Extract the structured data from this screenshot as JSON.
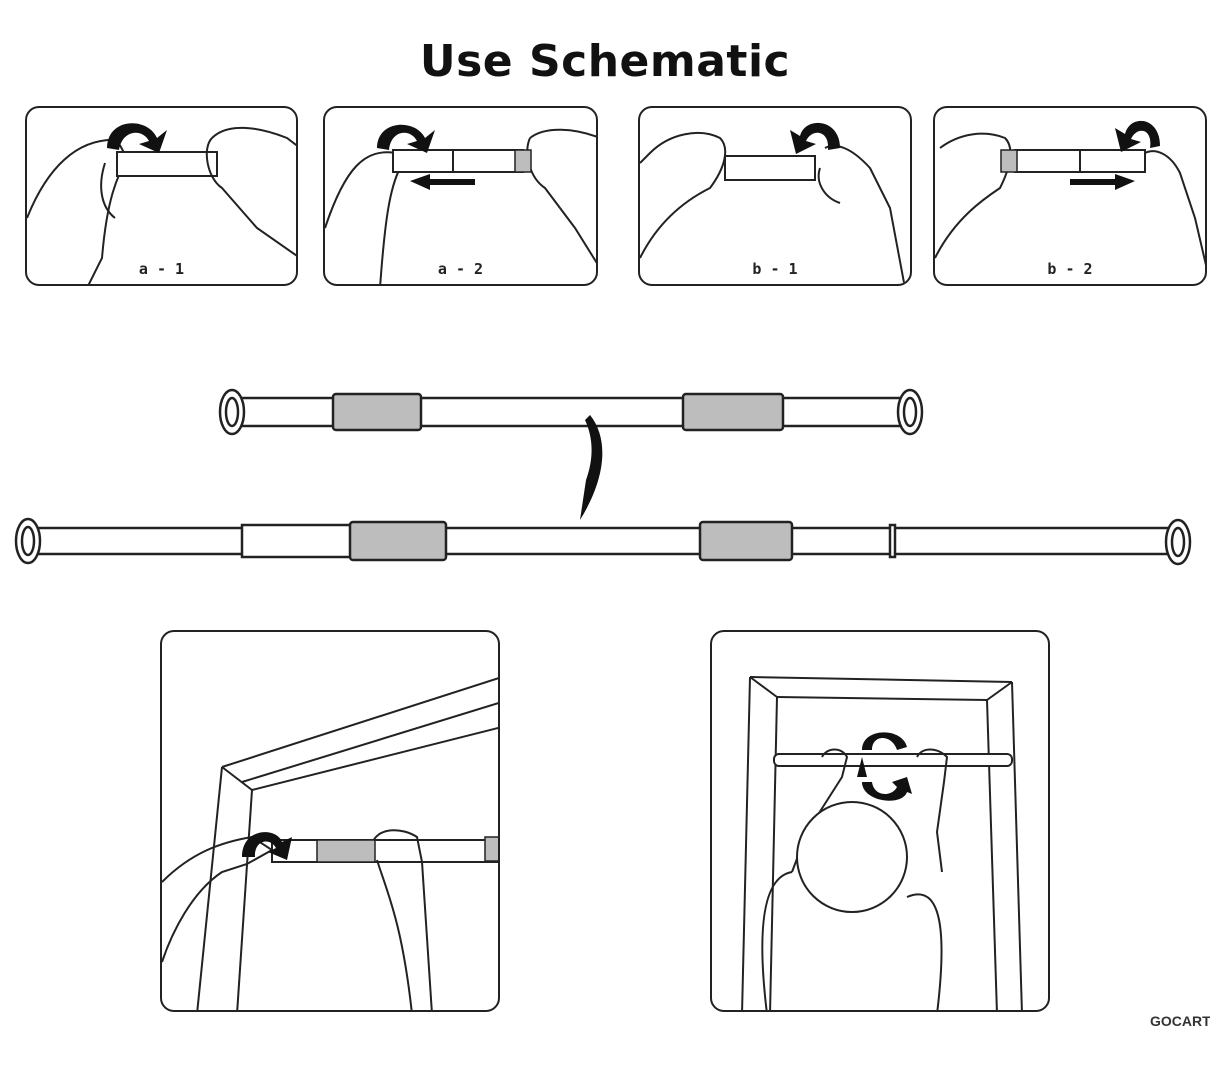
{
  "title": "Use Schematic",
  "steps": [
    {
      "id": "a-1",
      "label": "a - 1",
      "action": "twist end cap",
      "arrow": "rotate"
    },
    {
      "id": "a-2",
      "label": "a - 2",
      "action": "twist and push to shorten",
      "arrow": "left"
    },
    {
      "id": "b-1",
      "label": "b - 1",
      "action": "twist end cap",
      "arrow": "rotate"
    },
    {
      "id": "b-2",
      "label": "b - 2",
      "action": "twist and pull to lengthen",
      "arrow": "right"
    }
  ],
  "extension": {
    "from": "short bar",
    "to": "extended bar",
    "arrow": "curved-down"
  },
  "install": [
    {
      "id": "install-1",
      "description": "Place bar in door frame and twist to tighten"
    },
    {
      "id": "install-2",
      "description": "Person hanging from bar in doorway, twist to lock"
    }
  ],
  "colors": {
    "line": "#222222",
    "grip": "#bdbdbd",
    "background": "#ffffff"
  },
  "watermark": "GOCART"
}
